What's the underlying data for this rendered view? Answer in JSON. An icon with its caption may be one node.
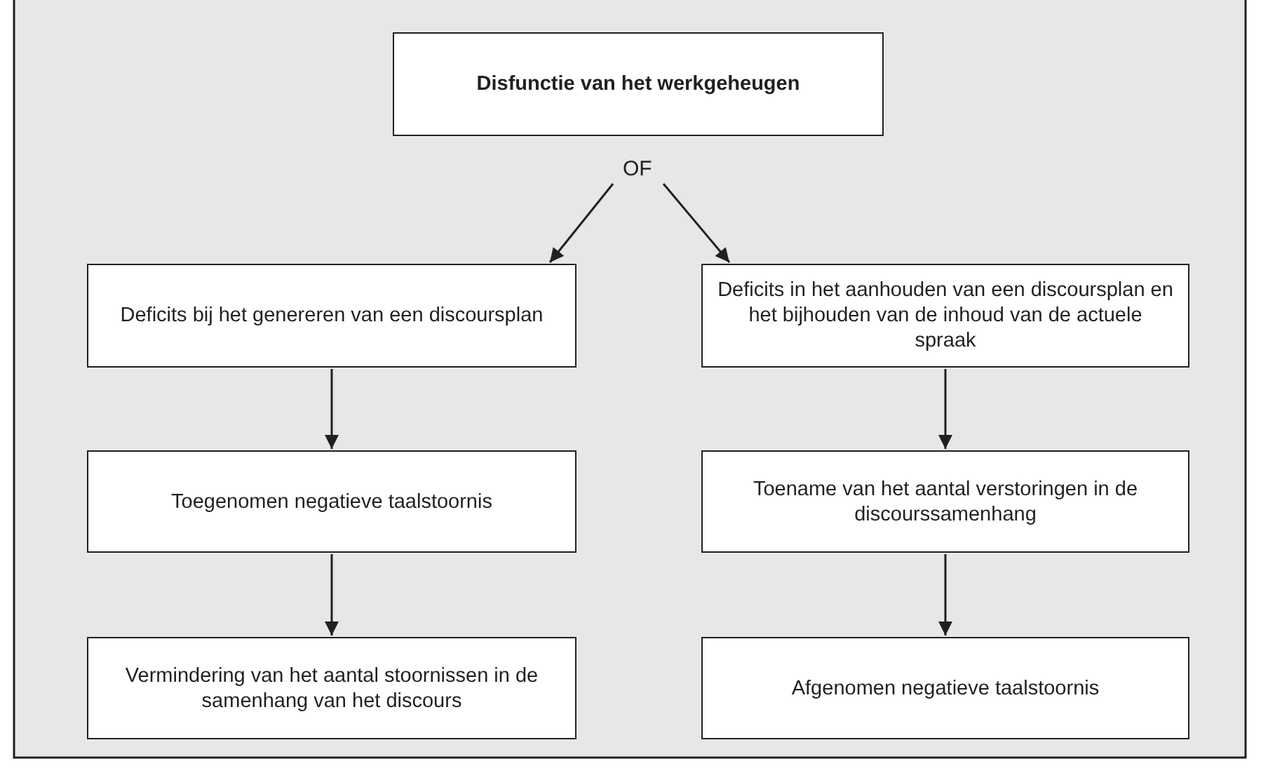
{
  "diagram": {
    "nodes": [
      {
        "text": [
          "Disfunctie van het werkgeheugen"
        ]
      },
      {
        "text": [
          "Deficits bij het genereren van een discoursplan"
        ]
      },
      {
        "text": [
          "Deficits in het aanhouden van een discoursplan en het bijhouden van de inhoud van de actuele spraak"
        ]
      },
      {
        "text": [
          "Toegenomen negatieve taalstoornis"
        ]
      },
      {
        "text": [
          "Toename van het aantal verstoringen in de discourssamenhang"
        ]
      },
      {
        "text": [
          "Vermindering van het aantal stoornissen in de samenhang van het discours"
        ]
      },
      {
        "text": [
          "Afgenomen negatieve taalstoornis"
        ]
      }
    ],
    "edges": [
      {
        "from": 0,
        "to": 1,
        "arrow": "to"
      },
      {
        "from": 0,
        "to": 2,
        "arrow": "to"
      },
      {
        "from": 1,
        "to": 3,
        "arrow": "to"
      },
      {
        "from": 2,
        "to": 4,
        "arrow": "to"
      },
      {
        "from": 3,
        "to": 5,
        "arrow": "to"
      },
      {
        "from": 4,
        "to": 6,
        "arrow": "to"
      }
    ],
    "labels": [
      "OF"
    ]
  }
}
